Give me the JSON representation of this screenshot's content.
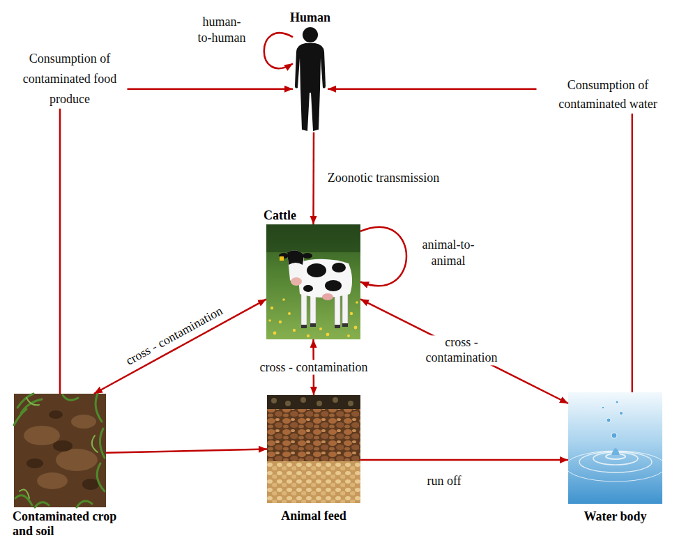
{
  "diagram": {
    "nodes": [
      {
        "text": [
          "Human"
        ]
      },
      {
        "text": [
          "Cattle"
        ]
      },
      {
        "text": [
          "Contaminated crop and soil"
        ]
      },
      {
        "text": [
          "Animal feed"
        ]
      },
      {
        "text": [
          "Water body"
        ]
      }
    ],
    "edges": [
      {
        "from": 0,
        "to": 0,
        "label": "human-to-human",
        "arrow": "to"
      },
      {
        "from": 0,
        "to": 1,
        "label": "Zoonotic transmission",
        "arrow": "to"
      },
      {
        "from": 1,
        "to": 1,
        "label": "animal-to-animal",
        "arrow": "to"
      },
      {
        "from": 1,
        "to": 2,
        "label": "cross - contamination",
        "arrow": "both"
      },
      {
        "from": 1,
        "to": 3,
        "label": "cross - contamination",
        "arrow": "both"
      },
      {
        "from": 1,
        "to": 4,
        "label": "cross - contamination",
        "arrow": "both"
      },
      {
        "from": 2,
        "to": 3,
        "arrow": "to"
      },
      {
        "from": 3,
        "to": 4,
        "label": "run off",
        "arrow": "to"
      },
      {
        "from": 2,
        "to": 0,
        "label": "Consumption of contaminated food produce",
        "arrow": "to"
      },
      {
        "from": 4,
        "to": 0,
        "label": "Consumption of contaminated water",
        "arrow": "to"
      }
    ]
  }
}
